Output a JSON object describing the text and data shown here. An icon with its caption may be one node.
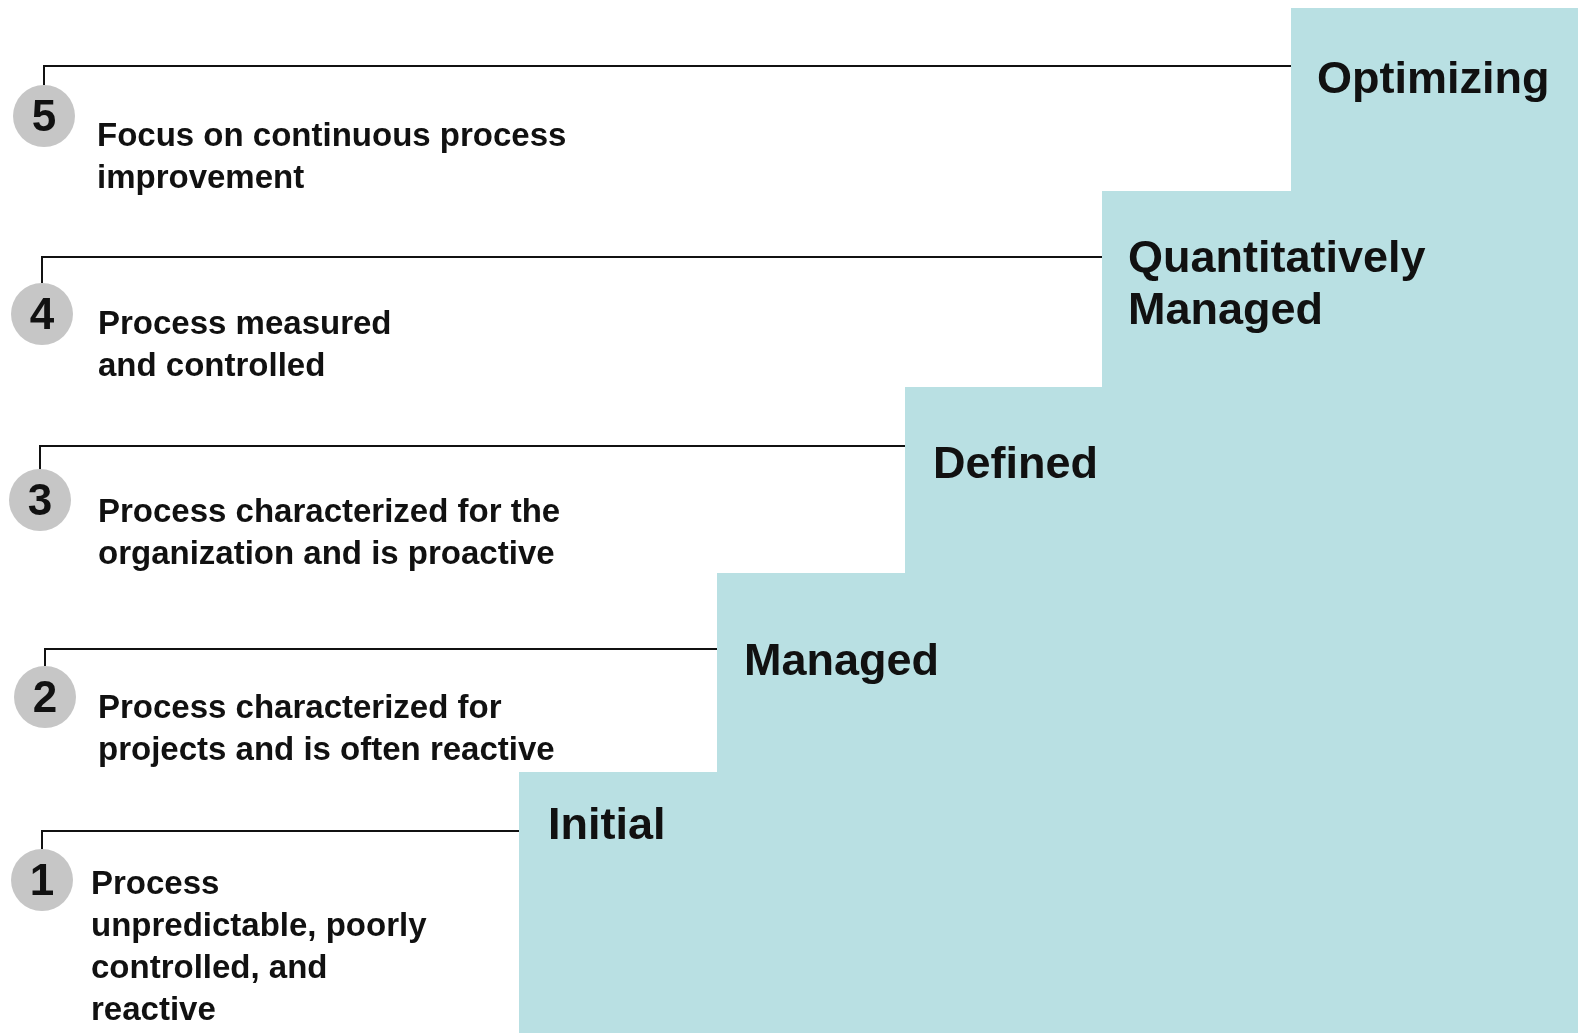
{
  "diagram": {
    "nodes": [
      {
        "text": [
          "5"
        ],
        "beside": [
          "Focus on continuous process improvement"
        ]
      },
      {
        "text": [
          "Optimizing"
        ]
      },
      {
        "text": [
          "4"
        ],
        "beside": [
          "Process measured and controlled"
        ]
      },
      {
        "text": [
          "Quantitatively Managed"
        ]
      },
      {
        "text": [
          "3"
        ],
        "beside": [
          "Process characterized for the organization and is proactive"
        ]
      },
      {
        "text": [
          "Defined"
        ]
      },
      {
        "text": [
          "2"
        ],
        "beside": [
          "Process characterized for projects and is often reactive"
        ]
      },
      {
        "text": [
          "Managed"
        ]
      },
      {
        "text": [
          "1"
        ],
        "beside": [
          "Process unpredictable, poorly controlled, and reactive"
        ]
      },
      {
        "text": [
          "Initial"
        ]
      }
    ],
    "edges": [
      {
        "from": 0,
        "to": 1,
        "arrow": "none"
      },
      {
        "from": 2,
        "to": 3,
        "arrow": "none"
      },
      {
        "from": 4,
        "to": 5,
        "arrow": "none"
      },
      {
        "from": 6,
        "to": 7,
        "arrow": "none"
      },
      {
        "from": 8,
        "to": 9,
        "arrow": "none"
      }
    ]
  }
}
